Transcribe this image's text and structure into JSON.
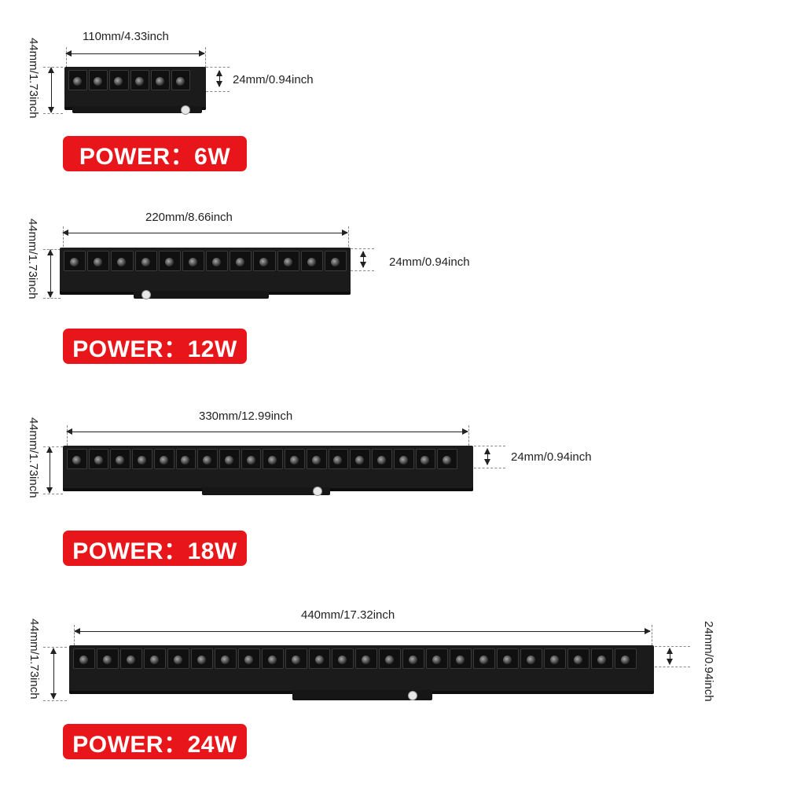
{
  "products": [
    {
      "length": "110mm/4.33inch",
      "width": "24mm/0.94inch",
      "height": "44mm/1.73inch",
      "power": "POWER：6W"
    },
    {
      "length": "220mm/8.66inch",
      "width": "24mm/0.94inch",
      "height": "44mm/1.73inch",
      "power": "POWER：12W"
    },
    {
      "length": "330mm/12.99inch",
      "width": "24mm/0.94inch",
      "height": "44mm/1.73inch",
      "power": "POWER：18W"
    },
    {
      "length": "440mm/17.32inch",
      "width": "24mm/0.94inch",
      "height": "44mm/1.73inch",
      "power": "POWER：24W"
    }
  ],
  "colors": {
    "badge": "#e8161a",
    "fixture": "#1b1b1b"
  }
}
